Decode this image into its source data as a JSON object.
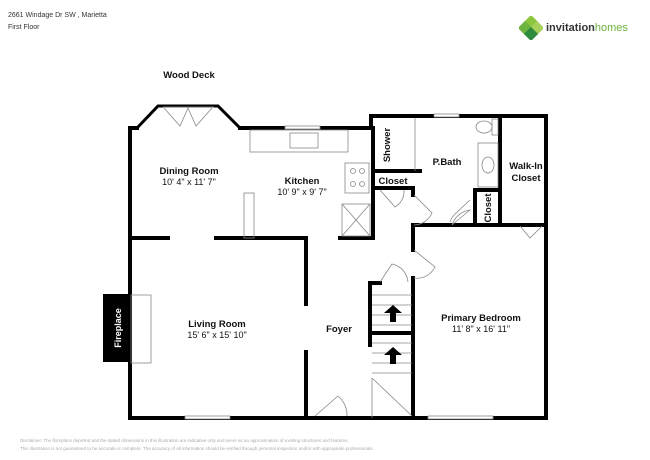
{
  "header": {
    "address": "2661 Windage Dr SW , Marietta",
    "floor": "First Floor"
  },
  "logo": {
    "word1": "invitation",
    "word2": "homes",
    "brand_color": "#6cb33f"
  },
  "rooms": {
    "wood_deck": "Wood Deck",
    "dining": {
      "name": "Dining Room",
      "dims": "10' 4\" x 11' 7\""
    },
    "kitchen": {
      "name": "Kitchen",
      "dims": "10' 9\" x 9' 7\""
    },
    "shower": "Shower",
    "pbath": "P.Bath",
    "walkin": {
      "line1": "Walk-In",
      "line2": "Closet"
    },
    "closet1": "Closet",
    "closet2": "Closet",
    "living": {
      "name": "Living Room",
      "dims": "15' 6\" x 15' 10\""
    },
    "foyer": "Foyer",
    "bedroom": {
      "name": "Primary Bedroom",
      "dims": "11' 8\" x 16' 11\""
    },
    "fireplace": "Fireplace"
  },
  "disclaimer": {
    "line1": "Disclaimer: The floorplans depicted and the stated dimensions in this illustration are indicative only and serve as an approximation of existing structures and features.",
    "line2": "This illustration is not guaranteed to be accurate or complete. The accuracy of all information should be verified through personal inspection and/or with appropriate professionals."
  }
}
